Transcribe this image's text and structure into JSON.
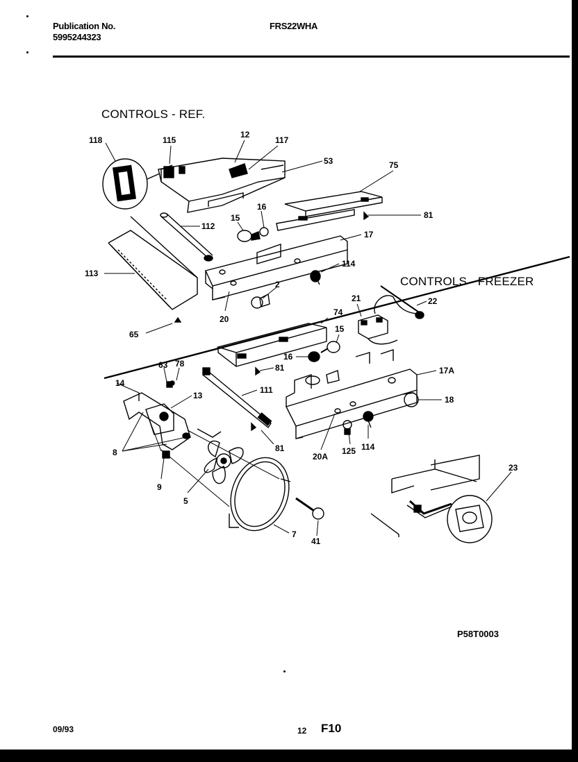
{
  "header": {
    "publication_label": "Publication No.",
    "publication_number": "5995244323",
    "model": "FRS22WHA"
  },
  "sections": {
    "refrigerator": "CONTROLS - REF.",
    "freezer": "CONTROLS - FREEZER"
  },
  "callouts": [
    "118",
    "115",
    "12",
    "117",
    "53",
    "75",
    "81",
    "16",
    "15",
    "112",
    "17",
    "113",
    "114",
    "2",
    "20",
    "65",
    "74",
    "21",
    "22",
    "15",
    "16",
    "81",
    "63",
    "78",
    "14",
    "13",
    "111",
    "17A",
    "18",
    "8",
    "9",
    "5",
    "81",
    "20A",
    "125",
    "114",
    "23",
    "41",
    "7"
  ],
  "drawing_code": "P58T0003",
  "footer": {
    "date": "09/93",
    "page": "12",
    "figure": "F10"
  }
}
